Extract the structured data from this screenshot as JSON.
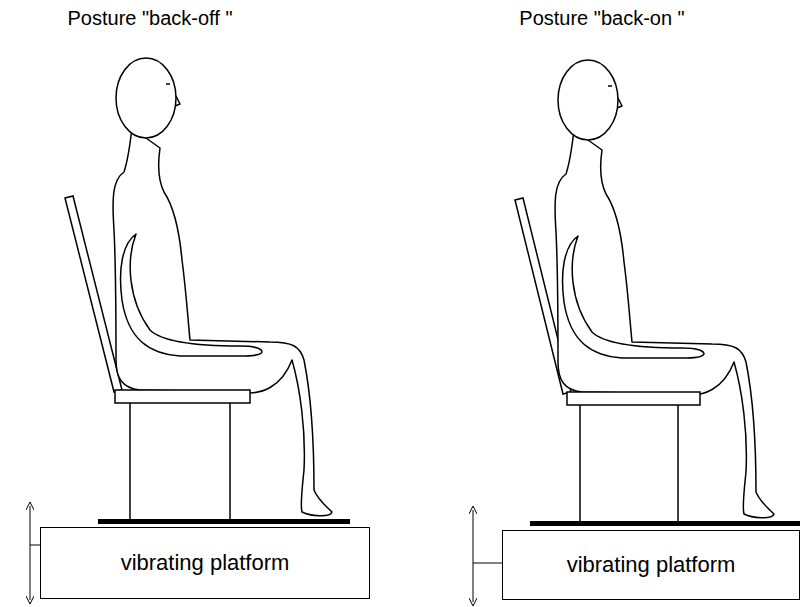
{
  "diagram": {
    "nodes": [
      {
        "text": [
          "vibrating platform"
        ]
      },
      {
        "text": [
          "vibrating platform"
        ]
      }
    ],
    "labels": [
      "Posture \"back-off \"",
      "Posture \"back-on \""
    ]
  }
}
